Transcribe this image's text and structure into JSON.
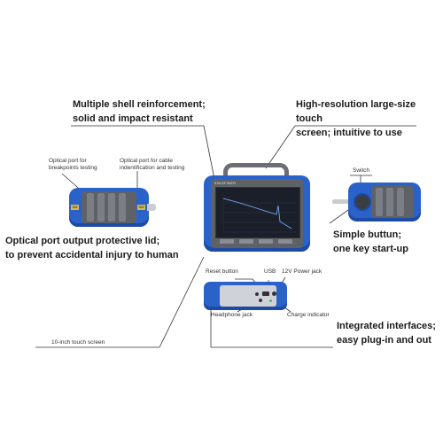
{
  "callouts": {
    "shell": [
      "Multiple shell reinforcement;",
      "solid and impact resistant"
    ],
    "screen": [
      "High-resolution large-size touch",
      "screen; intuitive to use"
    ],
    "optical_lid": [
      "Optical port output protective lid;",
      "to prevent accidental injury to human"
    ],
    "button": [
      "Simple buttun;",
      "one key start-up"
    ],
    "interfaces": [
      "Integrated interfaces;",
      "easy plug-in and out"
    ]
  },
  "labels": {
    "optical_breakpoints": [
      "Optical port for",
      "breakpoints testing"
    ],
    "optical_cable": [
      "Optical port for cable",
      "indentification and testing"
    ],
    "switch": "Switch",
    "reset_button": "Reset button",
    "usb": "USB",
    "power_jack": "12V Power jack",
    "headphone_jack": "Headphone jack",
    "charge_indicator": "Charge indicator",
    "touch_screen": "10-inch touch screen"
  },
  "device": {
    "brand": "KINGFIBER",
    "port_mark": "SM"
  },
  "colors": {
    "blue": "#2a62c9",
    "dark_blue": "#1d4aa5",
    "gray": "#5e6166",
    "screen": "#1b1f2a"
  }
}
